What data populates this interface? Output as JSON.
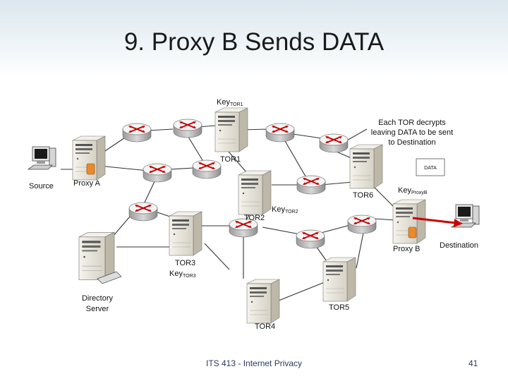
{
  "slide": {
    "title": "9. Proxy B Sends DATA",
    "footer_left": "ITS 413 - Internet Privacy",
    "page_number": "41"
  },
  "diagram": {
    "labels": {
      "source": "Source",
      "proxy_a": "Proxy A",
      "proxy_b": "Proxy B",
      "destination": "Destination",
      "tor1": "TOR1",
      "tor2": "TOR2",
      "tor3": "TOR3",
      "tor4": "TOR4",
      "tor5": "TOR5",
      "tor6": "TOR6",
      "directory_line1": "Directory",
      "directory_line2": "Server",
      "data_box": "DATA"
    },
    "keys": {
      "key_tor1": {
        "base": "Key",
        "sub": "TOR1"
      },
      "key_tor2": {
        "base": "Key",
        "sub": "TOR2"
      },
      "key_tor3": {
        "base": "Key",
        "sub": "TOR3"
      },
      "key_proxyb": {
        "base": "Key",
        "sub": "ProxyB"
      }
    },
    "note": {
      "line1": "Each TOR decrypts",
      "line2": "leaving DATA to be sent",
      "line3": "to Destination"
    },
    "colors": {
      "arrow": "#cc0000",
      "router_top": "#f2f2f2",
      "router_side": "#b8b8b8",
      "server_front": "#e9e6dc",
      "line": "#333333"
    }
  }
}
